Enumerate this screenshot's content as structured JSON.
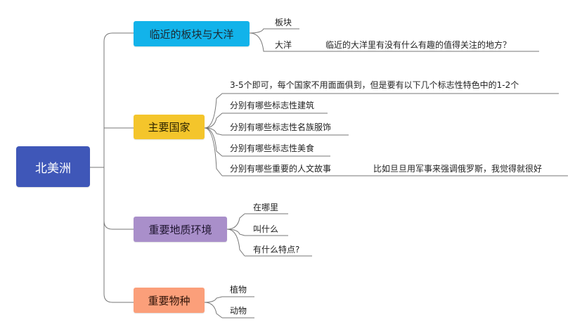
{
  "root": {
    "label": "北美洲",
    "color": "#3f57b8"
  },
  "branches": [
    {
      "label": "临近的板块与大洋",
      "color": "#12b3ea",
      "children": [
        {
          "label": "板块"
        },
        {
          "label": "大洋",
          "note": "临近的大洋里有没有什么有趣的值得关注的地方？"
        }
      ]
    },
    {
      "label": "主要国家",
      "color": "#f4c52b",
      "children": [
        {
          "label": "3-5个即可，每个国家不用面面俱到，但是要有以下几个标志性特色中的1-2个"
        },
        {
          "label": "分别有哪些标志性建筑"
        },
        {
          "label": "分别有哪些标志性名族服饰"
        },
        {
          "label": "分别有哪些标志性美食"
        },
        {
          "label": "分别有哪些重要的人文故事",
          "note": "比如旦旦用军事来强调俄罗斯，我觉得就很好"
        }
      ]
    },
    {
      "label": "重要地质环境",
      "color": "#a98fca",
      "children": [
        {
          "label": "在哪里"
        },
        {
          "label": "叫什么"
        },
        {
          "label": "有什么特点?"
        }
      ]
    },
    {
      "label": "重要物种",
      "color": "#fb9f7a",
      "children": [
        {
          "label": "植物"
        },
        {
          "label": "动物"
        }
      ]
    }
  ]
}
